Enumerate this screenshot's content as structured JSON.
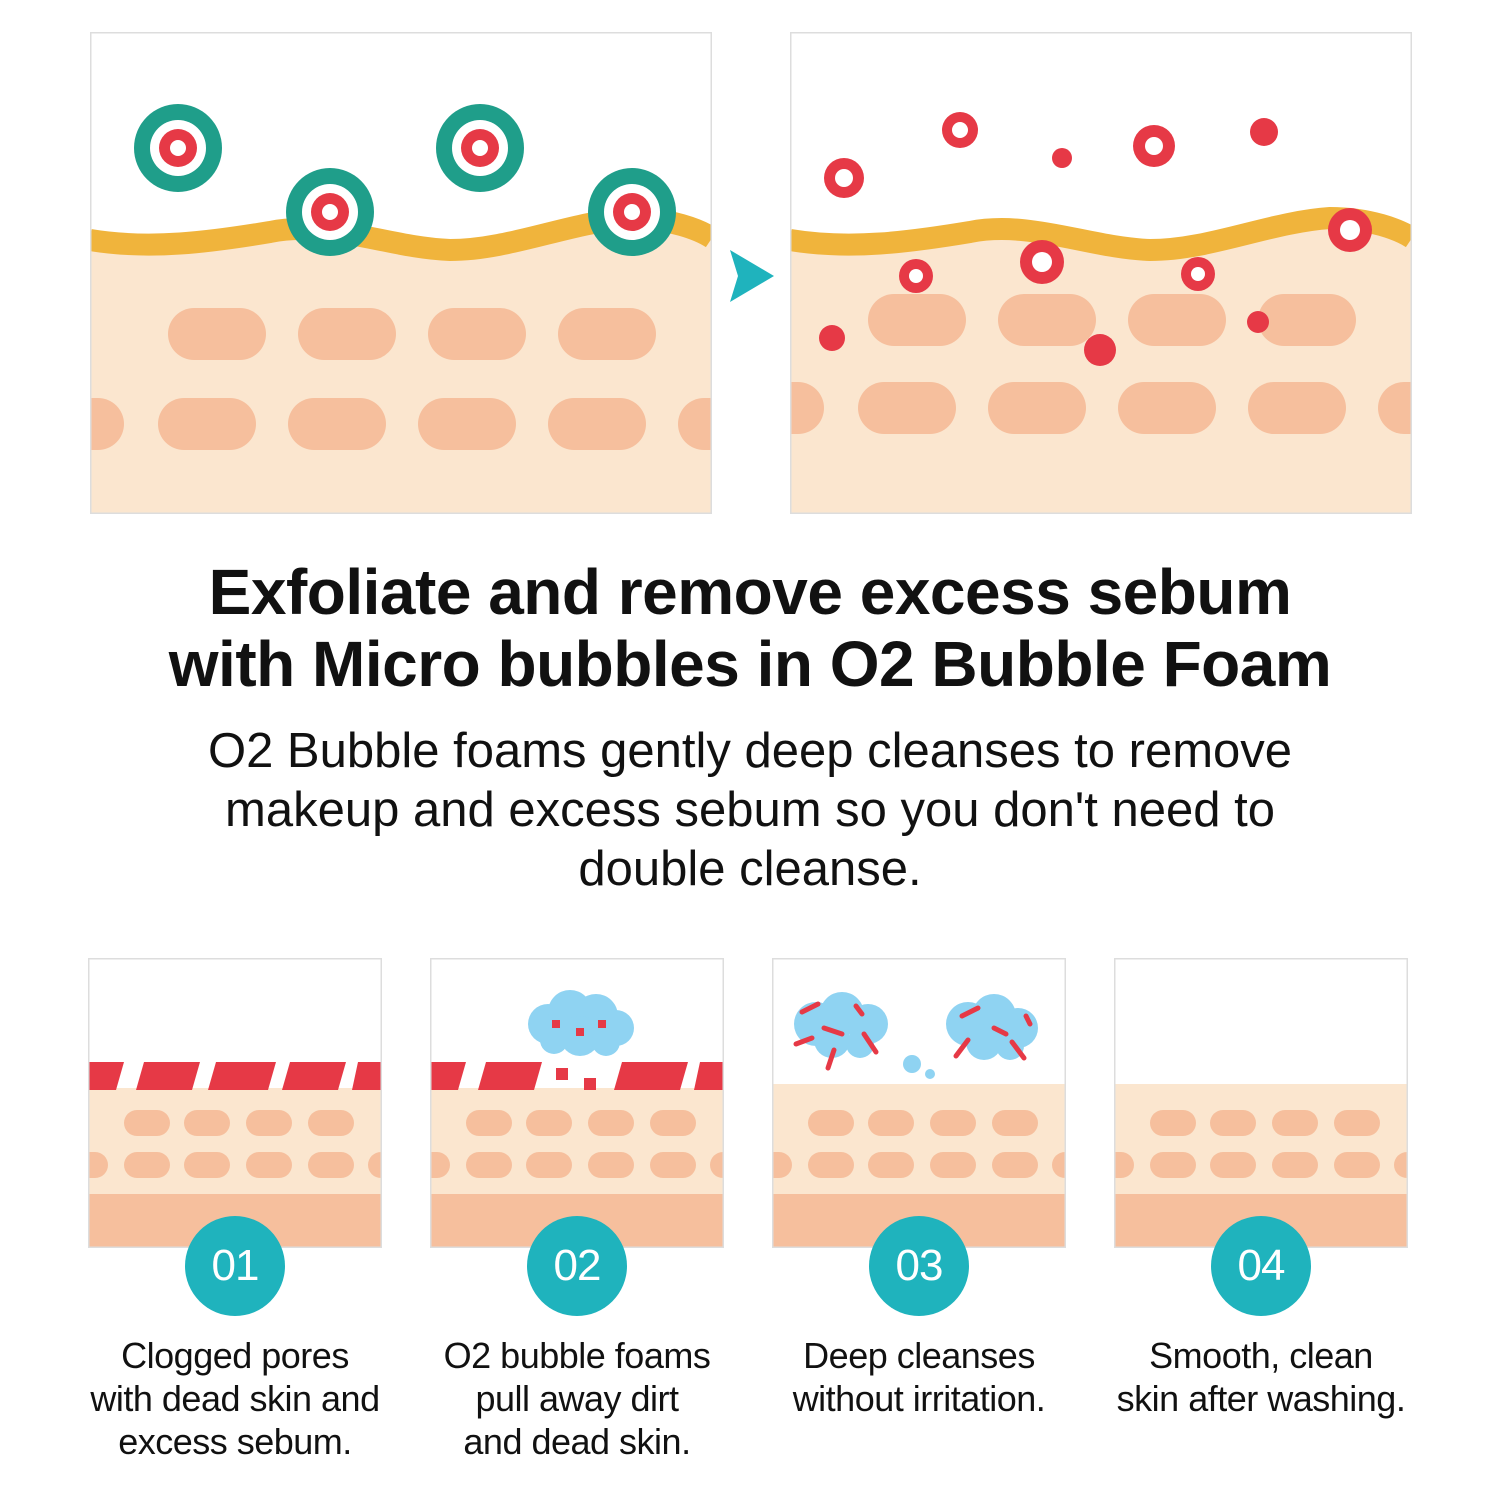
{
  "headline": {
    "line1": "Exfoliate and remove excess sebum",
    "line2": "with Micro bubbles in O2 Bubble Foam"
  },
  "description": {
    "line1": "O2 Bubble foams gently deep cleanses to remove",
    "line2": "makeup and excess sebum so you don't need to",
    "line3": "double cleanse."
  },
  "steps": [
    {
      "number": "01",
      "caption": [
        "Clogged pores",
        "with dead skin and",
        "excess sebum."
      ]
    },
    {
      "number": "02",
      "caption": [
        "O2 bubble foams",
        "pull away dirt",
        "and dead skin."
      ]
    },
    {
      "number": "03",
      "caption": [
        "Deep cleanses",
        "without irritation."
      ]
    },
    {
      "number": "04",
      "caption": [
        "Smooth, clean",
        "skin after washing."
      ]
    }
  ],
  "colors": {
    "teal": "#1fb3bd",
    "bubble_teal": "#1f9e8a",
    "red": "#e63946",
    "skin": "#fbe6cf",
    "cell": "#f6bf9d",
    "sebum": "#f0b43c",
    "foam": "#8fd3f2"
  }
}
